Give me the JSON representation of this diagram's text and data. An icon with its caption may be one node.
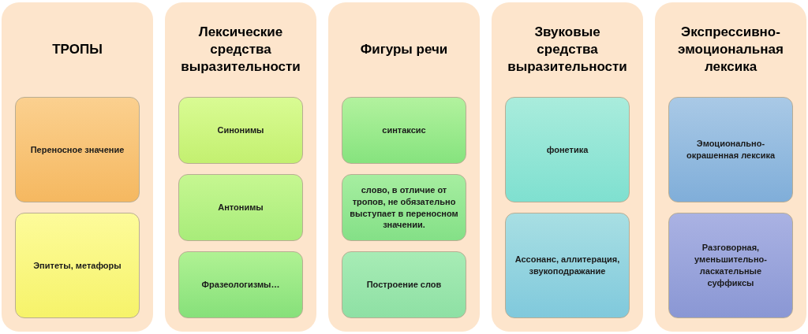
{
  "diagram": {
    "nodes": [
      {
        "text": [
          "ТРОПЫ"
        ]
      },
      {
        "text": [
          "Переносное значение"
        ],
        "in": 0
      },
      {
        "text": [
          "Эпитеты, метафоры"
        ],
        "in": 0
      },
      {
        "text": [
          "Лексические средства выразительности"
        ]
      },
      {
        "text": [
          "Синонимы"
        ],
        "in": 3
      },
      {
        "text": [
          "Антонимы"
        ],
        "in": 3
      },
      {
        "text": [
          "Фразеологизмы…"
        ],
        "in": 3
      },
      {
        "text": [
          "Фигуры речи"
        ]
      },
      {
        "text": [
          "синтаксис"
        ],
        "in": 7
      },
      {
        "text": [
          "слово, в отличие от тропов, не обязательно выступает в переносном значении."
        ],
        "in": 7
      },
      {
        "text": [
          "Построение слов"
        ],
        "in": 7
      },
      {
        "text": [
          "Звуковые средства выразительности"
        ]
      },
      {
        "text": [
          "фонетика"
        ],
        "in": 11
      },
      {
        "text": [
          "Ассонанс, аллитерация, звукоподражание"
        ],
        "in": 11
      },
      {
        "text": [
          "Экспрессивно-эмоциональная лексика"
        ]
      },
      {
        "text": [
          "Эмоционально-окрашенная лексика"
        ],
        "in": 14
      },
      {
        "text": [
          "Разговорная, уменьшительно-ласкательные суффиксы"
        ],
        "in": 14
      }
    ],
    "edges": []
  }
}
